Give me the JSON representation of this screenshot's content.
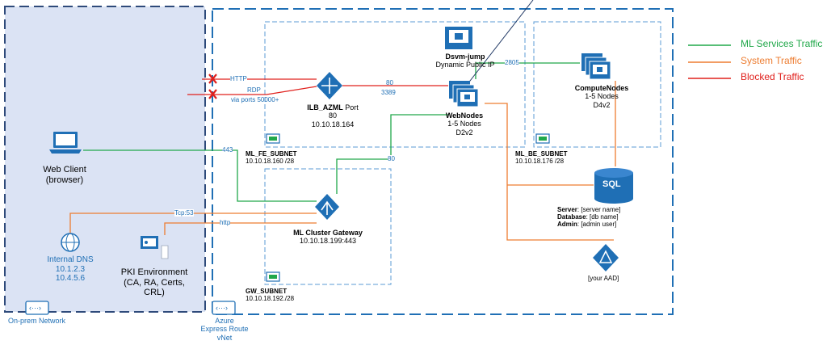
{
  "legend": {
    "ml": "ML Services Traffic",
    "system": "System Traffic",
    "blocked": "Blocked Traffic"
  },
  "colors": {
    "ml": "#21a84a",
    "system": "#ed7d31",
    "blocked": "#e0201c",
    "azure_blue": "#1f6fb5",
    "onprem_fill": "#dbe3f4"
  },
  "onprem": {
    "web_client": [
      "Web Client",
      "(browser)"
    ],
    "dns_title": "Internal DNS",
    "dns_ips": [
      "10.1.2.3",
      "10.4.5.6"
    ],
    "pki": [
      "PKI Environment",
      "(CA, RA, Certs,",
      "CRL)"
    ],
    "network_label": "On-prem Network"
  },
  "azure": {
    "vnet_label": [
      "Azure",
      "Express Route",
      "vNet"
    ]
  },
  "links": {
    "http": "HTTP",
    "rdp": "RDP",
    "rdp_ports": "via ports 50000+",
    "p443": "443",
    "p80": "80",
    "p80b": "80",
    "p3389": "3389",
    "p2805": "2805",
    "tcp53": "Tcp:53",
    "http_lower": "http"
  },
  "ilb": {
    "name": "ILB_AZML",
    "suffix": " Port",
    "port": "80",
    "ip": "10.10.18.164"
  },
  "dsvm": {
    "name": "Dsvm-jump",
    "ip": "Dynamic Public IP",
    "vm": "VM"
  },
  "webnodes": {
    "name": "WebNodes",
    "count": "1-5 Nodes",
    "sku": "D2v2"
  },
  "compute": {
    "name": "ComputeNodes",
    "count": "1-5 Nodes",
    "sku": "D4v2"
  },
  "gateway": {
    "name": "ML Cluster Gateway",
    "ip": "10.10.18.199:443"
  },
  "subnets": {
    "fe": {
      "name": "ML_FE_SUBNET",
      "cidr": "10.10.18.160 /28"
    },
    "be": {
      "name": "ML_BE_SUBNET",
      "cidr": "10.10.18.176 /28"
    },
    "gw": {
      "name": "GW_SUBNET",
      "cidr": "10.10.18.192./28"
    }
  },
  "sql": {
    "icon": "SQL",
    "server_k": "Server",
    "server_v": ": [server name]",
    "db_k": "Database",
    "db_v": ": [db name]",
    "admin_k": "Admin",
    "admin_v": ": [admin user]"
  },
  "aad": "[your AAD]"
}
